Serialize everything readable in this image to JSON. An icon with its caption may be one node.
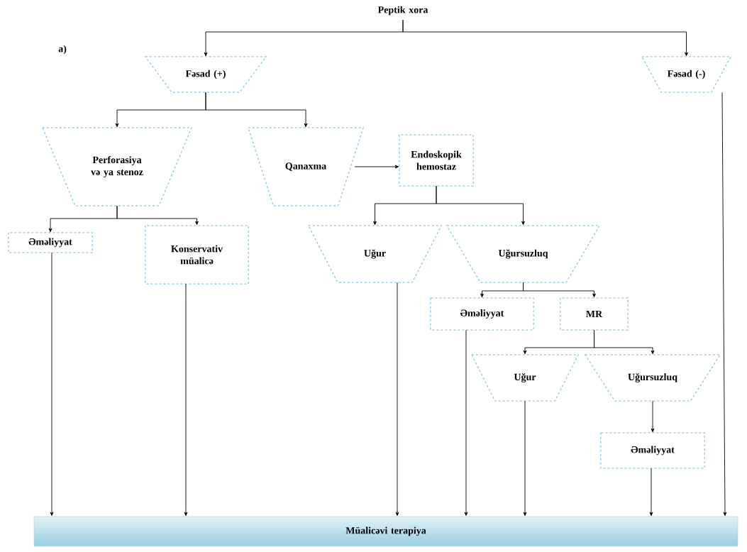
{
  "diagram": {
    "nodes": [
      {
        "text": [
          "Peptik xora"
        ]
      },
      {
        "text": [
          "Fəsad (+)"
        ]
      },
      {
        "text": [
          "Fəsad (-)"
        ]
      },
      {
        "text": [
          "Perforasiya və ya stenoz"
        ]
      },
      {
        "text": [
          "Qanaxma"
        ]
      },
      {
        "text": [
          "Endoskopik hemostaz"
        ]
      },
      {
        "text": [
          "Əməliyyat"
        ]
      },
      {
        "text": [
          "Konservativ müalicə"
        ]
      },
      {
        "text": [
          "Uğur"
        ]
      },
      {
        "text": [
          "Uğursuzluq"
        ]
      },
      {
        "text": [
          "Əməliyyat"
        ]
      },
      {
        "text": [
          "MR"
        ]
      },
      {
        "text": [
          "Uğur"
        ]
      },
      {
        "text": [
          "Uğursuzluq"
        ]
      },
      {
        "text": [
          "Əməliyyat"
        ]
      },
      {
        "text": [
          "Müalicəvi terapiya"
        ]
      }
    ],
    "edges": [
      {
        "from": 0,
        "to": 1,
        "arrow": "to"
      },
      {
        "from": 0,
        "to": 2,
        "arrow": "to"
      },
      {
        "from": 1,
        "to": 3,
        "arrow": "to"
      },
      {
        "from": 1,
        "to": 4,
        "arrow": "to"
      },
      {
        "from": 4,
        "to": 5,
        "arrow": "to"
      },
      {
        "from": 3,
        "to": 6,
        "arrow": "to"
      },
      {
        "from": 3,
        "to": 7,
        "arrow": "to"
      },
      {
        "from": 5,
        "to": 8,
        "arrow": "to"
      },
      {
        "from": 5,
        "to": 9,
        "arrow": "to"
      },
      {
        "from": 9,
        "to": 10,
        "arrow": "to"
      },
      {
        "from": 9,
        "to": 11,
        "arrow": "to"
      },
      {
        "from": 11,
        "to": 12,
        "arrow": "to"
      },
      {
        "from": 11,
        "to": 13,
        "arrow": "to"
      },
      {
        "from": 13,
        "to": 14,
        "arrow": "to"
      },
      {
        "from": 6,
        "to": 15,
        "arrow": "to"
      },
      {
        "from": 7,
        "to": 15,
        "arrow": "to"
      },
      {
        "from": 8,
        "to": 15,
        "arrow": "to"
      },
      {
        "from": 10,
        "to": 15,
        "arrow": "to"
      },
      {
        "from": 12,
        "to": 15,
        "arrow": "to"
      },
      {
        "from": 14,
        "to": 15,
        "arrow": "to"
      },
      {
        "from": 2,
        "to": 15,
        "arrow": "to"
      }
    ],
    "labels": [
      "a)"
    ]
  }
}
